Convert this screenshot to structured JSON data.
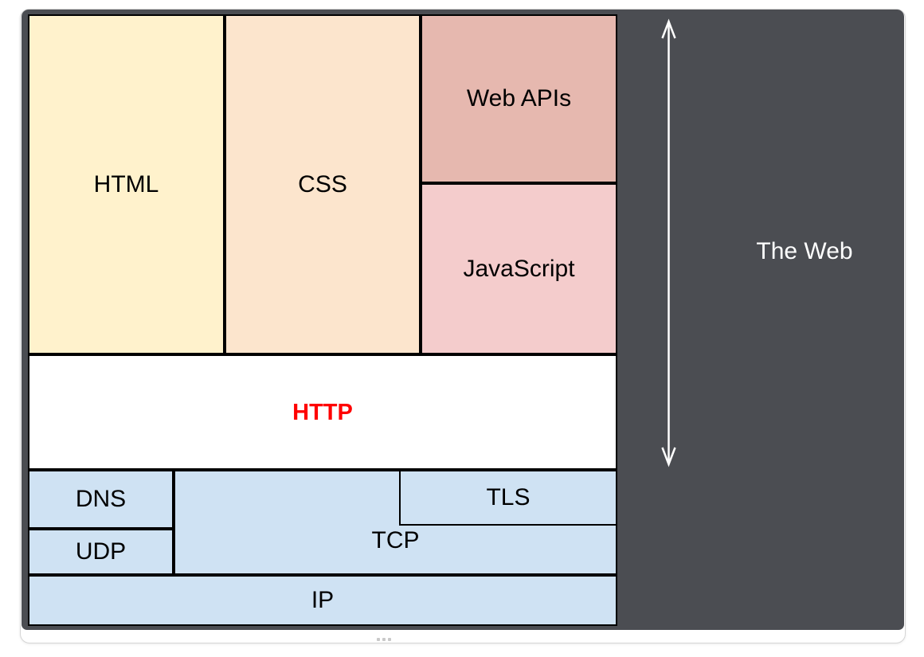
{
  "diagram": {
    "panel_color": "#4B4D52",
    "shape_border_color": "#000000",
    "boxes": {
      "html": {
        "label": "HTML",
        "color": "#FFF2CC",
        "label_color": "#000000"
      },
      "css": {
        "label": "CSS",
        "color": "#FCE5CD",
        "label_color": "#000000"
      },
      "web_apis": {
        "label": "Web APIs",
        "color": "#E6B8AF",
        "label_color": "#000000"
      },
      "javascript": {
        "label": "JavaScript",
        "color": "#F4CCCC",
        "label_color": "#000000"
      },
      "http": {
        "label": "HTTP",
        "color": "#FFFFFF",
        "label_color": "#FF0000"
      },
      "dns": {
        "label": "DNS",
        "color": "#CFE2F3",
        "label_color": "#000000"
      },
      "udp": {
        "label": "UDP",
        "color": "#CFE2F3",
        "label_color": "#000000"
      },
      "tcp": {
        "label": "TCP",
        "color": "#CFE2F3",
        "label_color": "#000000"
      },
      "tls": {
        "label": "TLS",
        "color": "#CFE2F3",
        "label_color": "#000000"
      },
      "ip": {
        "label": "IP",
        "color": "#CFE2F3",
        "label_color": "#000000"
      }
    },
    "annotation": {
      "label": "The Web",
      "label_color": "#FFFFFF",
      "arrow_icon": "vertical-double-headed-arrow",
      "arrow_color": "#FFFFFF"
    }
  }
}
